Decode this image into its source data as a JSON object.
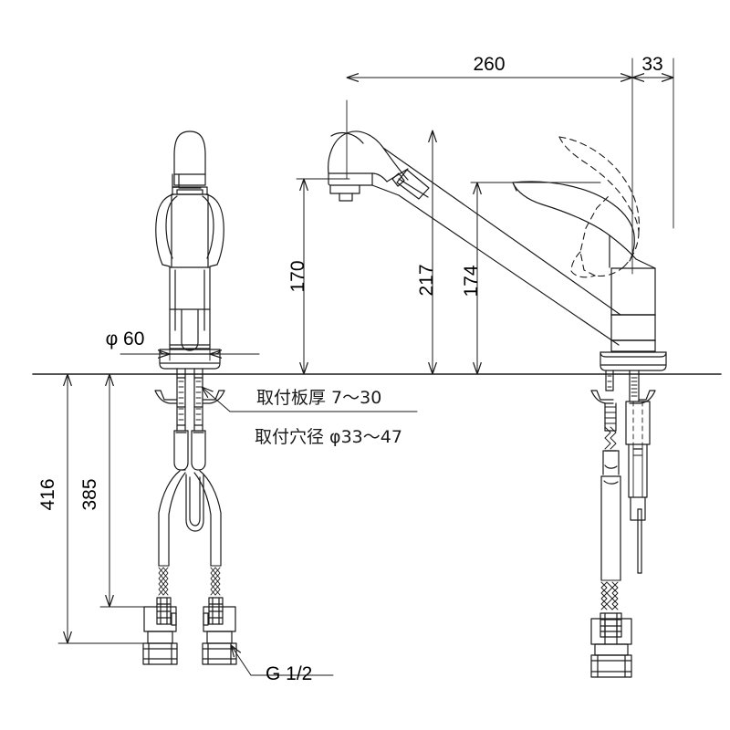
{
  "drawing": {
    "type": "technical-dimension-drawing",
    "subject": "single-lever-kitchen-faucet-with-pull-out-spray",
    "units": "mm",
    "views": [
      {
        "name": "front-view",
        "position": "left"
      },
      {
        "name": "side-view",
        "position": "right"
      }
    ]
  },
  "dimensions": {
    "reach_260": {
      "value": "260",
      "orientation": "horizontal"
    },
    "offset_33": {
      "value": "33",
      "orientation": "horizontal"
    },
    "spout_height_170": {
      "value": "170",
      "orientation": "vertical"
    },
    "height_217": {
      "value": "217",
      "orientation": "vertical"
    },
    "height_174": {
      "value": "174",
      "orientation": "vertical"
    },
    "overall_416": {
      "value": "416",
      "orientation": "vertical"
    },
    "hose_385": {
      "value": "385",
      "orientation": "vertical"
    },
    "base_diameter": {
      "value": "φ 60",
      "orientation": "horizontal"
    }
  },
  "notes": {
    "plate_thickness": "取付板厚 7～30",
    "hole_diameter": "取付穴径 φ33～47",
    "thread_spec": "G 1/2"
  },
  "colors": {
    "line": "#1a1a1a",
    "background": "#ffffff",
    "dimension": "#1a1a1a"
  }
}
